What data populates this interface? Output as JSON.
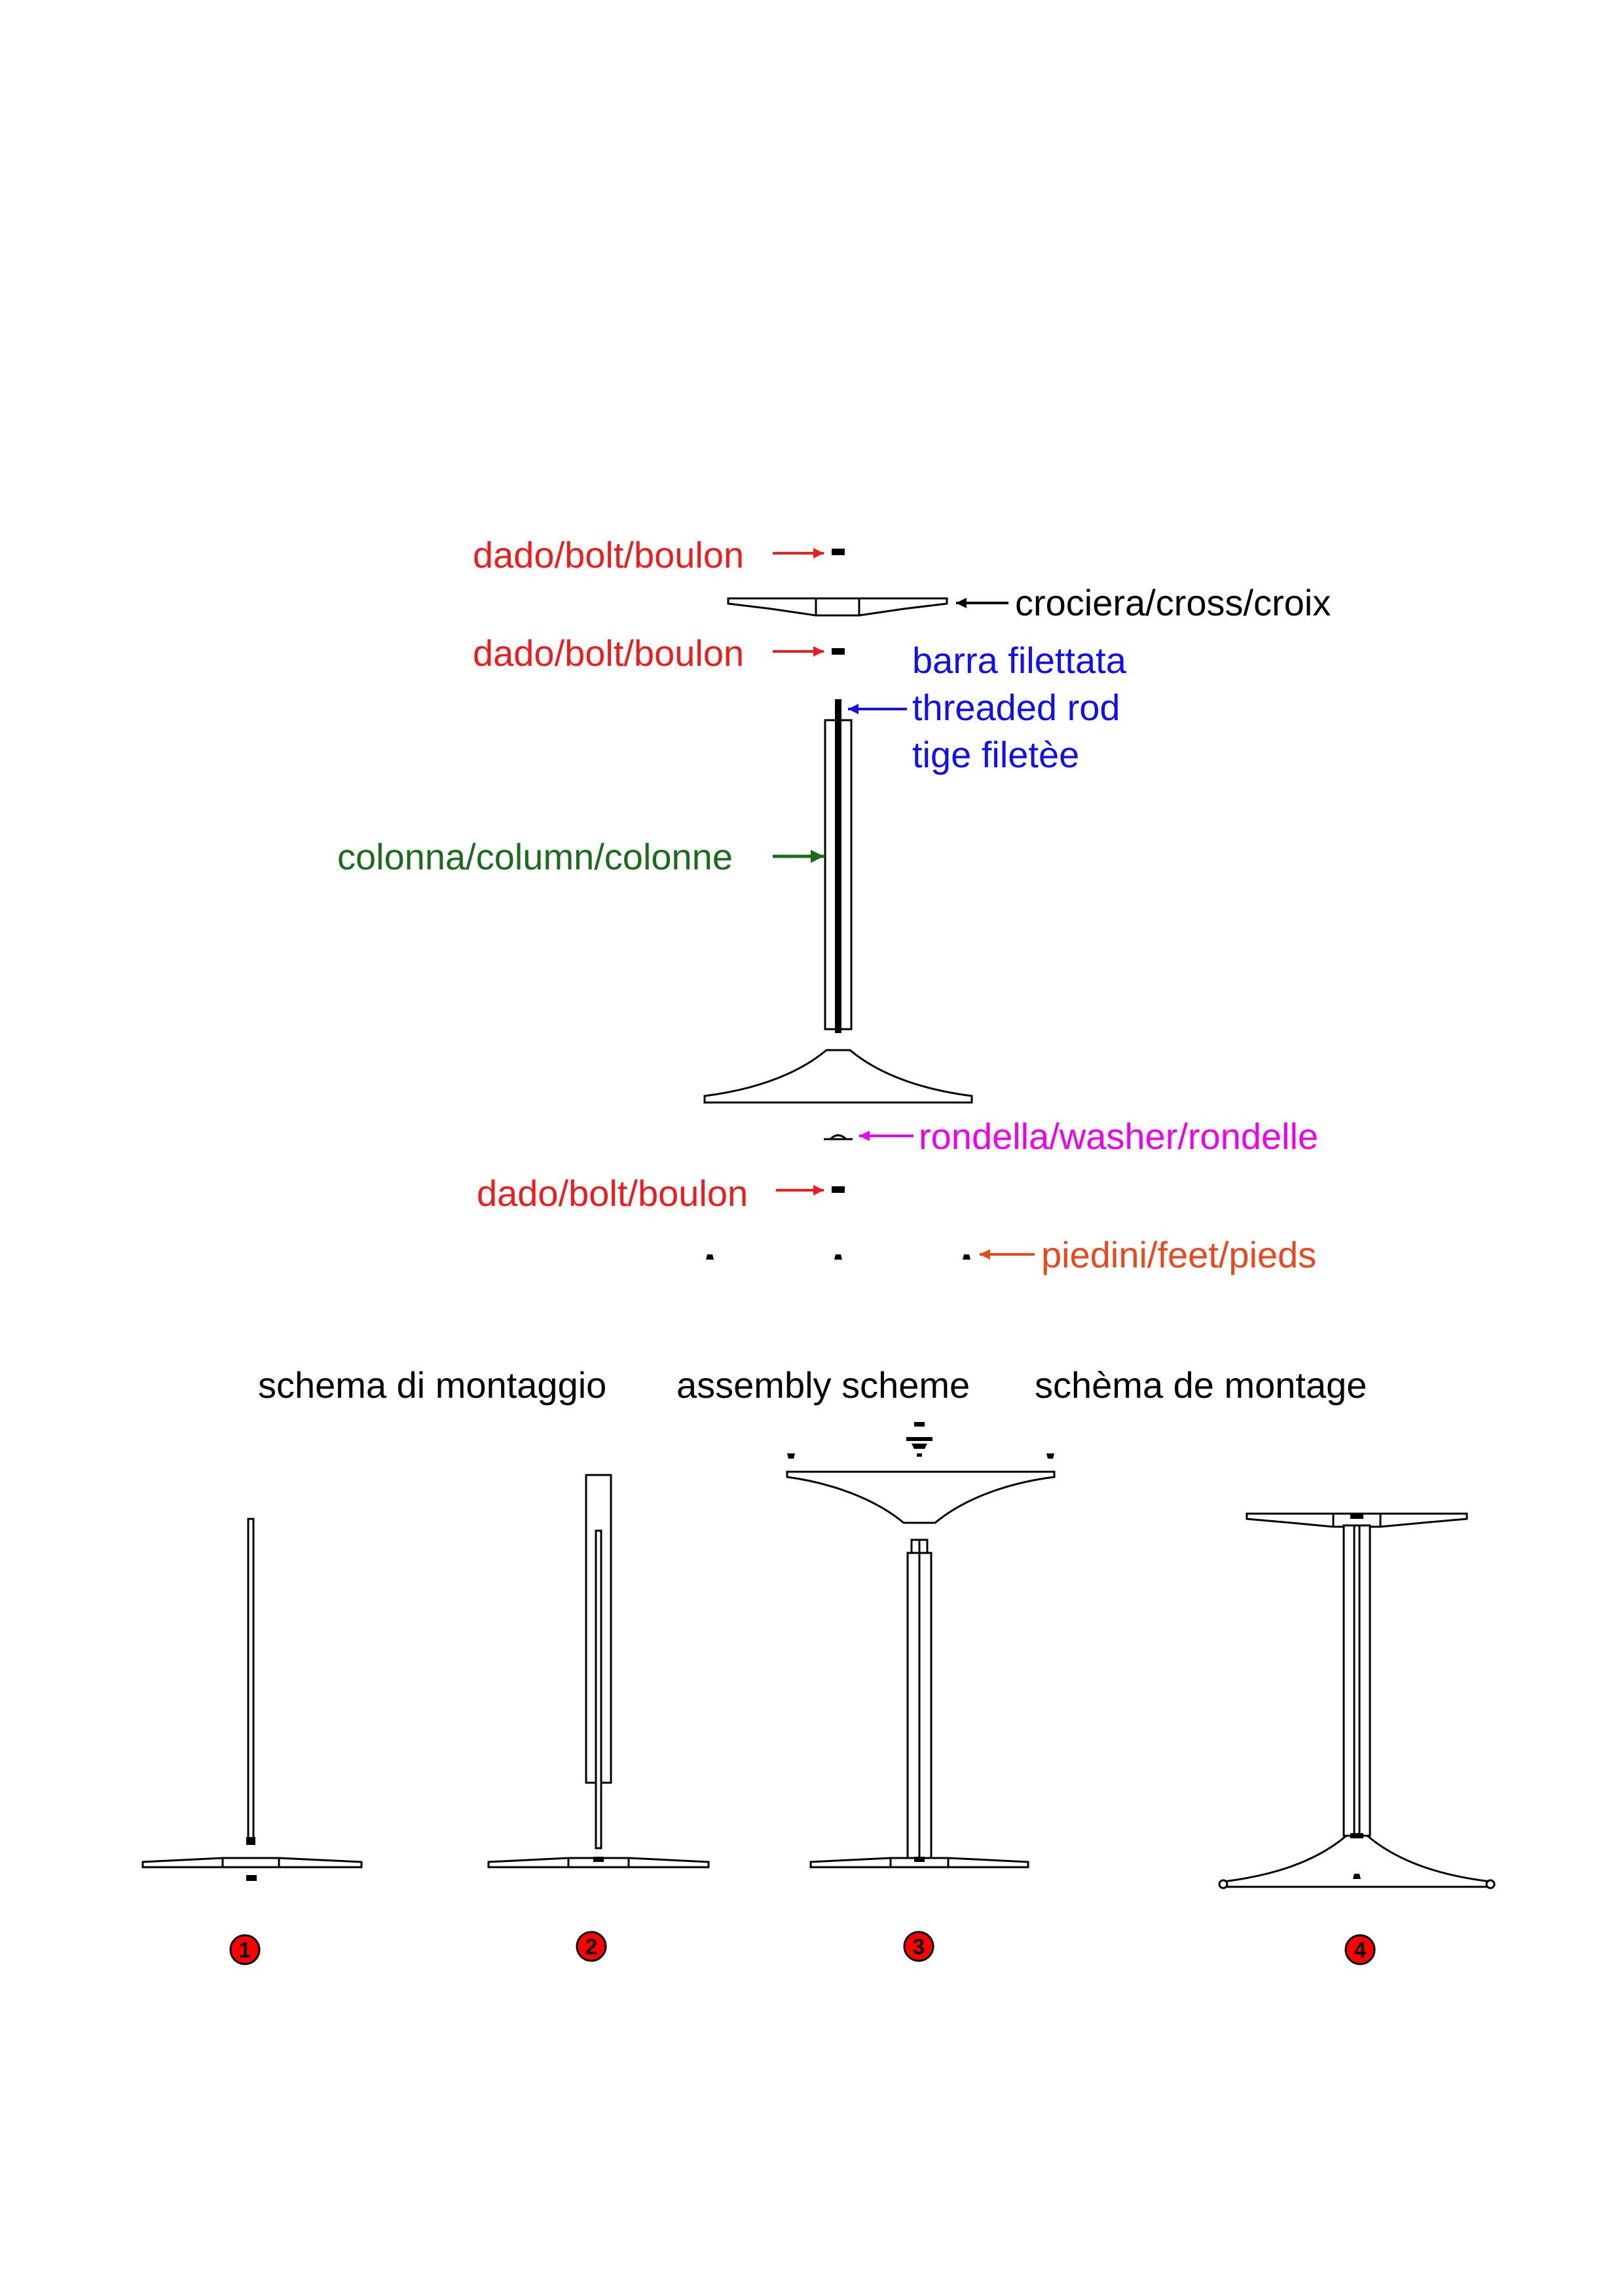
{
  "colors": {
    "bolt": "#ee1c1c",
    "cross": "#000000",
    "rod": "#1010ee",
    "column": "#1a6b1a",
    "washer": "#ee00ee",
    "feet": "#e8481c",
    "step_fill": "#ff0000"
  },
  "labels": {
    "bolt": "dado/bolt/boulon",
    "cross": "crociera/cross/croix",
    "rod": [
      "barra filettata",
      "threaded rod",
      "tige filetèe"
    ],
    "column": "colonna/column/colonne",
    "washer": "rondella/washer/rondelle",
    "feet": "piedini/feet/pieds"
  },
  "assembly_title": [
    "schema di montaggio",
    "assembly scheme",
    "schèma de montage"
  ],
  "steps": [
    "1",
    "2",
    "3",
    "4"
  ]
}
